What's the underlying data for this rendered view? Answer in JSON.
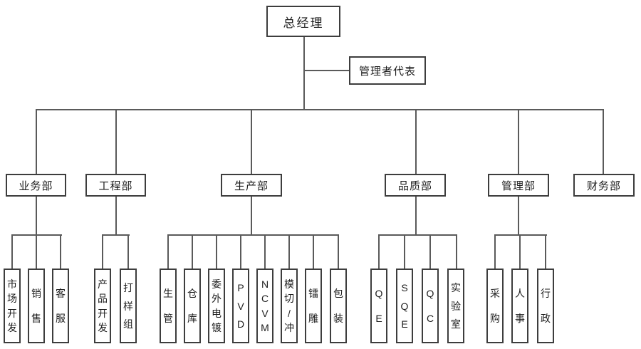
{
  "root": {
    "label": "总经理"
  },
  "staff": {
    "label": "管理者代表"
  },
  "departments": [
    {
      "label": "业务部",
      "children": [
        "市场开发",
        "销售",
        "客服"
      ]
    },
    {
      "label": "工程部",
      "children": [
        "产品开发",
        "打样组"
      ]
    },
    {
      "label": "生产部",
      "children": [
        "生管",
        "仓库",
        "委外电镀",
        "PVD",
        "NCVM",
        "模切/冲",
        "镭雕",
        "包装"
      ]
    },
    {
      "label": "品质部",
      "children": [
        "QE",
        "SQE",
        "QC",
        "实验室"
      ]
    },
    {
      "label": "管理部",
      "children": [
        "采购",
        "人事",
        "行政"
      ]
    },
    {
      "label": "财务部",
      "children": []
    }
  ],
  "colors": {
    "line": "#5a5a5a",
    "border": "#3d3d3d",
    "background": "#ffffff"
  }
}
